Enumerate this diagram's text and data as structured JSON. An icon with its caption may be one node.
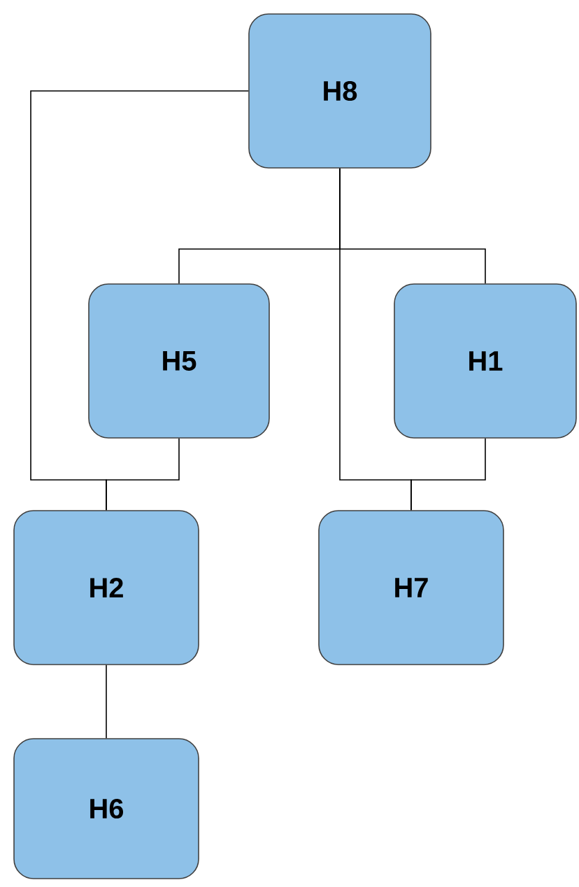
{
  "diagram": {
    "nodes": [
      {
        "text": [
          "H8"
        ]
      },
      {
        "text": [
          "H5"
        ]
      },
      {
        "text": [
          "H1"
        ]
      },
      {
        "text": [
          "H2"
        ]
      },
      {
        "text": [
          "H7"
        ]
      },
      {
        "text": [
          "H6"
        ]
      }
    ],
    "edges": [
      {
        "from": 0,
        "to": 1,
        "arrow": "none"
      },
      {
        "from": 0,
        "to": 2,
        "arrow": "none"
      },
      {
        "from": 0,
        "to": 3,
        "arrow": "none"
      },
      {
        "from": 1,
        "to": 3,
        "arrow": "none"
      },
      {
        "from": 0,
        "to": 4,
        "arrow": "none"
      },
      {
        "from": 2,
        "to": 4,
        "arrow": "none"
      },
      {
        "from": 3,
        "to": 5,
        "arrow": "none"
      }
    ]
  }
}
